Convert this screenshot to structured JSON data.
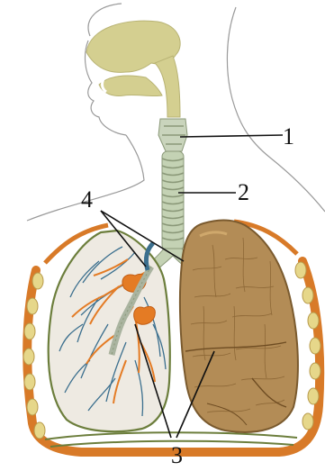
{
  "labels": {
    "label_1": "1",
    "label_2": "2",
    "label_3": "3",
    "label_4": "4"
  },
  "colors": {
    "airway_nasal": "#d4cf90",
    "trachea": "#c4d2b4",
    "ring_stroke": "#8a9878",
    "left_lung_fill": "#eeeae2",
    "right_lung_fill": "#b38c56",
    "bronchi_orange": "#e47b24",
    "vessels_blue": "#3b6f8e",
    "pleura_green": "#6c7e3c",
    "ribs_orange": "#d87a28",
    "rib_cartilage": "#e6d78a",
    "outline": "#9a9a9a"
  },
  "icons": {
    "diagram": "respiratory-system-illustration"
  }
}
